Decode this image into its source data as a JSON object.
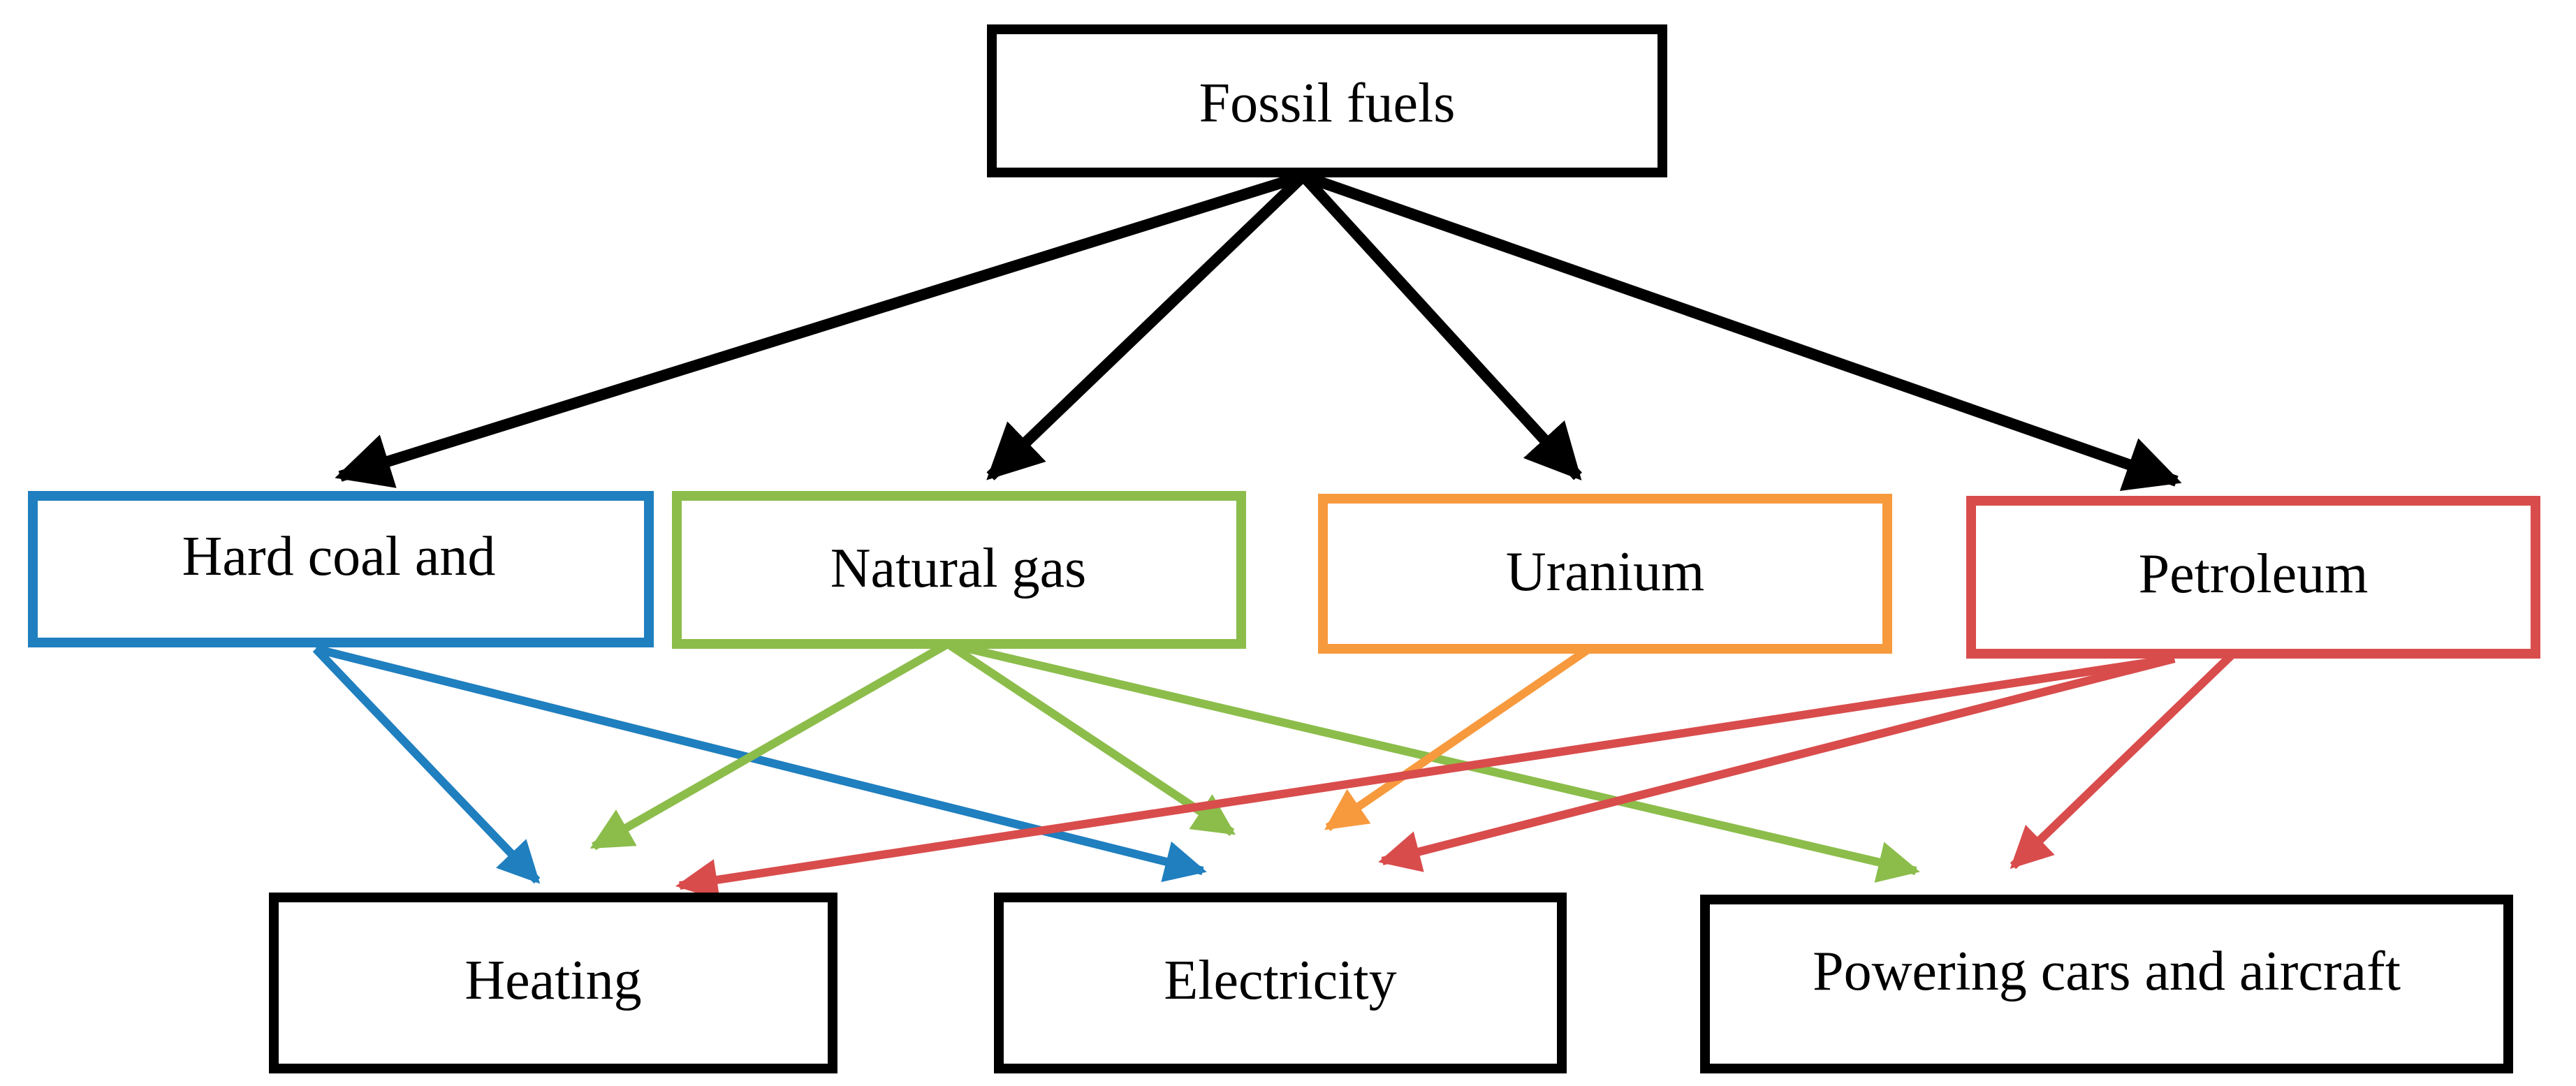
{
  "diagram": {
    "root": {
      "label": "Fossil fuels",
      "color": "#000000"
    },
    "sources": [
      {
        "id": "coal",
        "label": "Hard coal and",
        "color": "#1f7fbf"
      },
      {
        "id": "gas",
        "label": "Natural gas",
        "color": "#8cbd4b"
      },
      {
        "id": "uranium",
        "label": "Uranium",
        "color": "#f79a3e"
      },
      {
        "id": "petroleum",
        "label": "Petroleum",
        "color": "#d94c4c"
      }
    ],
    "uses": [
      {
        "id": "heating",
        "label": "Heating",
        "color": "#000000"
      },
      {
        "id": "electricity",
        "label": "Electricity",
        "color": "#000000"
      },
      {
        "id": "powering",
        "label": "Powering cars and aircraft",
        "color": "#000000"
      }
    ],
    "edges": [
      {
        "from": "root",
        "to": "coal"
      },
      {
        "from": "root",
        "to": "gas"
      },
      {
        "from": "root",
        "to": "uranium"
      },
      {
        "from": "root",
        "to": "petroleum"
      },
      {
        "from": "coal",
        "to": "heating"
      },
      {
        "from": "coal",
        "to": "electricity"
      },
      {
        "from": "gas",
        "to": "heating"
      },
      {
        "from": "gas",
        "to": "electricity"
      },
      {
        "from": "gas",
        "to": "powering"
      },
      {
        "from": "uranium",
        "to": "electricity"
      },
      {
        "from": "petroleum",
        "to": "heating"
      },
      {
        "from": "petroleum",
        "to": "electricity"
      },
      {
        "from": "petroleum",
        "to": "powering"
      }
    ]
  }
}
